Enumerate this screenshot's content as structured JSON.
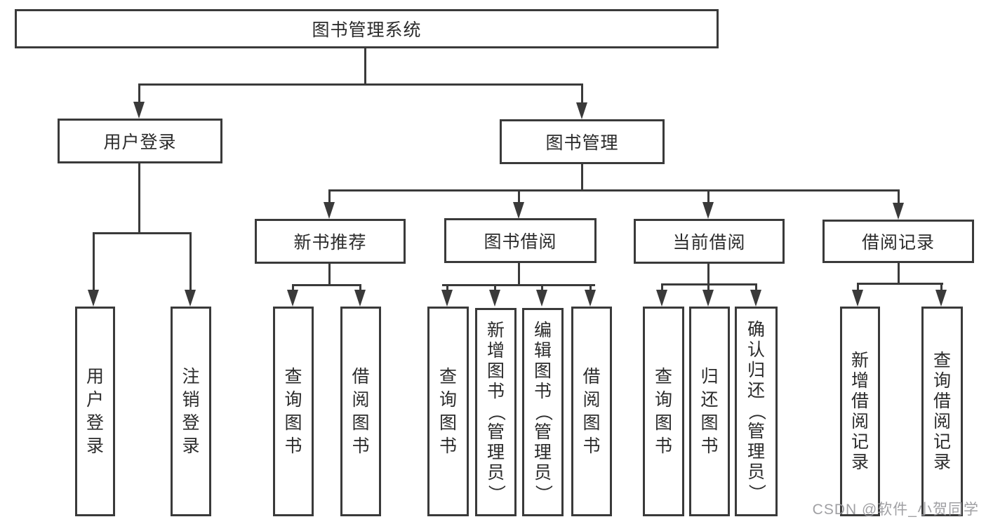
{
  "diagram": {
    "type": "hierarchy-tree",
    "orientation": "top-down",
    "colors": {
      "background": "#ffffff",
      "line": "#3a3a3a",
      "box_border": "#3a3a3a",
      "box_fill": "#ffffff",
      "text": "#2b2b2b",
      "watermark": "#98989c"
    }
  },
  "tree": {
    "label": "图书管理系统",
    "children": [
      {
        "label": "用户登录",
        "children": [
          {
            "label": "用户登录"
          },
          {
            "label": "注销登录"
          }
        ]
      },
      {
        "label": "图书管理",
        "children": [
          {
            "label": "新书推荐",
            "children": [
              {
                "label": "查询图书"
              },
              {
                "label": "借阅图书"
              }
            ]
          },
          {
            "label": "图书借阅",
            "children": [
              {
                "label": "查询图书"
              },
              {
                "label": "新增图书（管理员）"
              },
              {
                "label": "编辑图书（管理员）"
              },
              {
                "label": "借阅图书"
              }
            ]
          },
          {
            "label": "当前借阅",
            "children": [
              {
                "label": "查询图书"
              },
              {
                "label": "归还图书"
              },
              {
                "label": "确认归还（管理员）"
              }
            ]
          },
          {
            "label": "借阅记录",
            "children": [
              {
                "label": "新增借阅记录"
              },
              {
                "label": "查询借阅记录"
              }
            ]
          }
        ]
      }
    ]
  },
  "watermark": {
    "text": "CSDN @软件_小贺同学"
  }
}
